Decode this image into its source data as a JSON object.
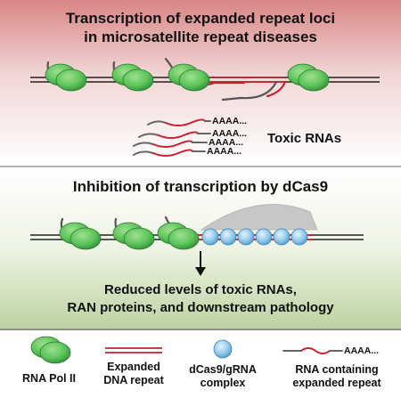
{
  "top_panel": {
    "title_line1": "Transcription of expanded repeat loci",
    "title_line2": "in microsatellite repeat diseases",
    "toxic_label": "Toxic RNAs",
    "polya_tails": [
      "AAAA...",
      "AAAA...",
      "AAAA...",
      "AAAA..."
    ]
  },
  "bottom_panel": {
    "title": "Inhibition of transcription by dCas9",
    "result_line1": "Reduced levels of toxic RNAs,",
    "result_line2": "RAN proteins, and downstream pathology"
  },
  "legend": {
    "pol2": "RNA Pol II",
    "dna_repeat_line1": "Expanded",
    "dna_repeat_line2": "DNA repeat",
    "dcas9_line1": "dCas9/gRNA",
    "dcas9_line2": "complex",
    "rna_line1": "RNA containing",
    "rna_line2": "expanded repeat",
    "rna_polya": "AAAA..."
  },
  "colors": {
    "pol2_green": "#5cc45a",
    "repeat_red": "#c8202e",
    "dcas9_blue": "#8ec9ea",
    "top_band": "#d98585",
    "bottom_band": "#bcd3a2"
  }
}
